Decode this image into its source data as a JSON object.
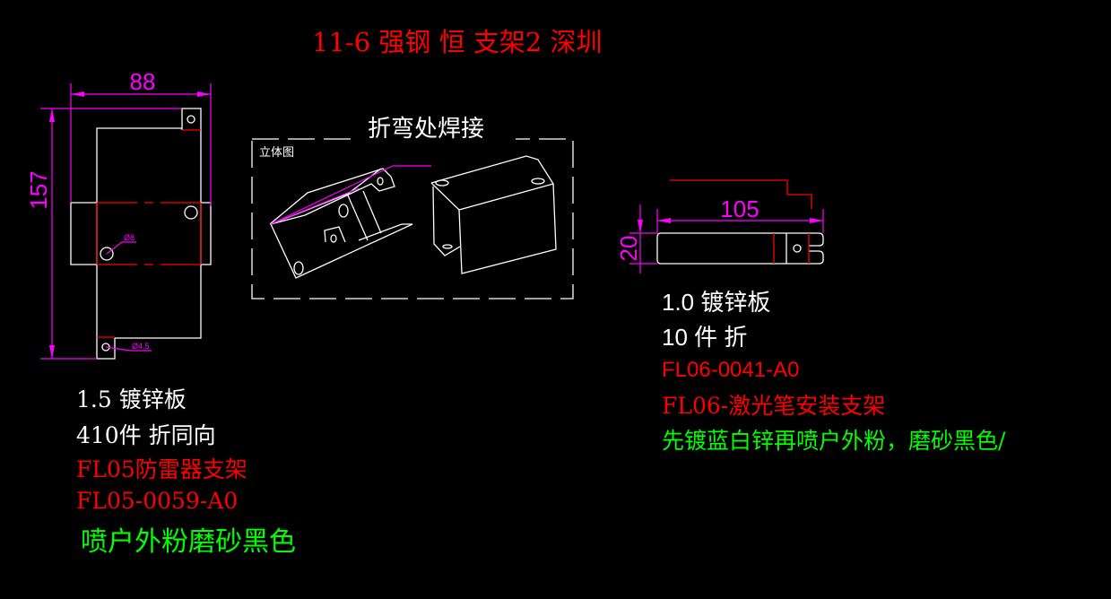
{
  "title": "11-6 强钢 恒 支架2 深圳",
  "colors": {
    "red": "#ff0000",
    "white": "#ffffff",
    "magenta": "#ff00ff",
    "green": "#00ff00"
  },
  "part1": {
    "dim_width": "88",
    "dim_height": "157",
    "hole_large": "Ø8",
    "hole_small": "Ø4.5",
    "notes": [
      "1.5 镀锌板",
      "410件 折同向",
      "FL05防雷器支架",
      "FL05-0059-A0",
      "喷户外粉磨砂黑色"
    ]
  },
  "iso_view": {
    "heading": "折弯处焊接",
    "label": "立体图"
  },
  "part2": {
    "dim_width": "105",
    "dim_height": "20",
    "notes": [
      "1.0 镀锌板",
      "10 件 折",
      "FL06-0041-A0",
      "FL06-激光笔安装支架",
      "先镀蓝白锌再喷户外粉，磨砂黑色/"
    ]
  }
}
